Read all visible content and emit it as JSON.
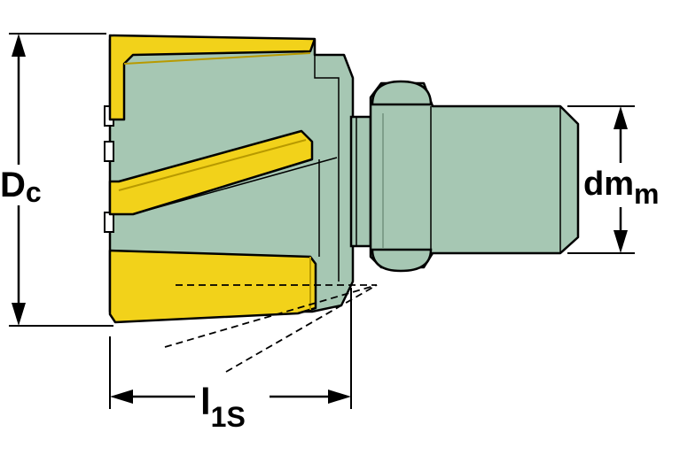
{
  "labels": {
    "dc_main": "D",
    "dc_sub": "c",
    "dmm_main": "dm",
    "dmm_sub": "m",
    "l1s_main": "l",
    "l1s_sub": "1S"
  },
  "colors": {
    "body": "#a6c7b3",
    "body_dark": "#7f9f8b",
    "insert": "#f2d21a",
    "insert_dark": "#b89a00",
    "outline": "#000000",
    "background": "#ffffff"
  }
}
